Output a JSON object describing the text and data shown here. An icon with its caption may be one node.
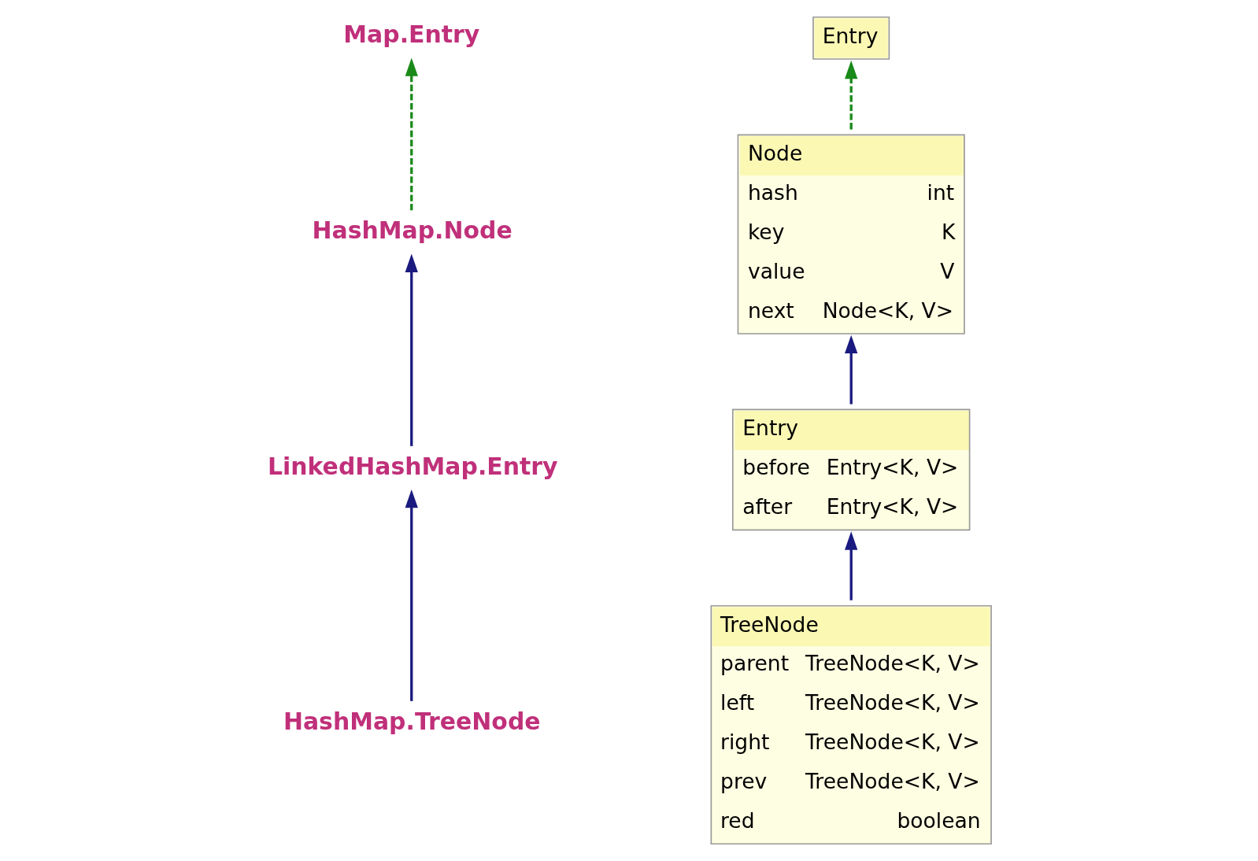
{
  "diagram": {
    "nodes": [
      {
        "text": [
          "Map.Entry"
        ]
      },
      {
        "text": [
          "HashMap.Node"
        ]
      },
      {
        "text": [
          "LinkedHashMap.Entry"
        ]
      },
      {
        "text": [
          "HashMap.TreeNode"
        ]
      },
      {
        "text": [
          "Entry"
        ]
      },
      {
        "text": [
          "Node",
          "hash",
          "int",
          "key",
          "K",
          "value",
          "V",
          "next",
          "Node<K, V>"
        ]
      },
      {
        "text": [
          "Entry",
          "before",
          "Entry<K, V>",
          "after",
          "Entry<K, V>"
        ]
      },
      {
        "text": [
          "TreeNode",
          "parent",
          "TreeNode<K, V>",
          "left",
          "TreeNode<K, V>",
          "right",
          "TreeNode<K, V>",
          "prev",
          "TreeNode<K, V>",
          "red",
          "boolean"
        ]
      }
    ],
    "edges": [
      {
        "from": 1,
        "to": 0,
        "arrow": "to",
        "style": "dashed",
        "color": "#1a8a1a"
      },
      {
        "from": 2,
        "to": 1,
        "arrow": "to"
      },
      {
        "from": 3,
        "to": 2,
        "arrow": "to"
      },
      {
        "from": 5,
        "to": 4,
        "arrow": "to",
        "style": "dashed",
        "color": "#1a8a1a"
      },
      {
        "from": 6,
        "to": 5,
        "arrow": "to"
      },
      {
        "from": 7,
        "to": 6,
        "arrow": "to"
      }
    ]
  }
}
